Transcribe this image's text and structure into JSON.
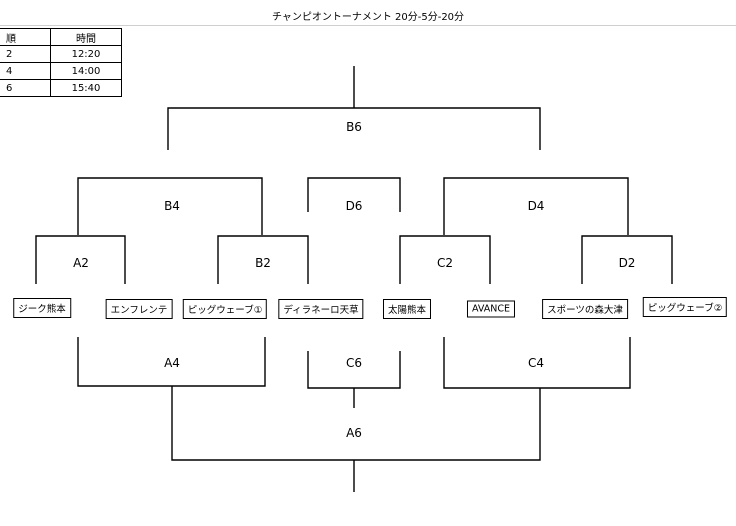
{
  "title": "チャンピオントーナメント 20分-5分-20分",
  "schedule": {
    "headers": [
      "順",
      "時間"
    ],
    "rows": [
      [
        "2",
        "12:20"
      ],
      [
        "4",
        "14:00"
      ],
      [
        "6",
        "15:40"
      ]
    ]
  },
  "teams": [
    "ジーク熊本",
    "エンフレンテ",
    "ピッグウェーブ①",
    "ディラネーロ天草",
    "太陽熊本",
    "AVANCE",
    "スポーツの森大津",
    "ピッグウェーブ②"
  ],
  "matches": {
    "B6": "B6",
    "B4": "B4",
    "D6": "D6",
    "D4": "D4",
    "A2": "A2",
    "B2": "B2",
    "C2": "C2",
    "D2": "D2",
    "A4": "A4",
    "C6": "C6",
    "C4": "C4",
    "A6": "A6"
  }
}
